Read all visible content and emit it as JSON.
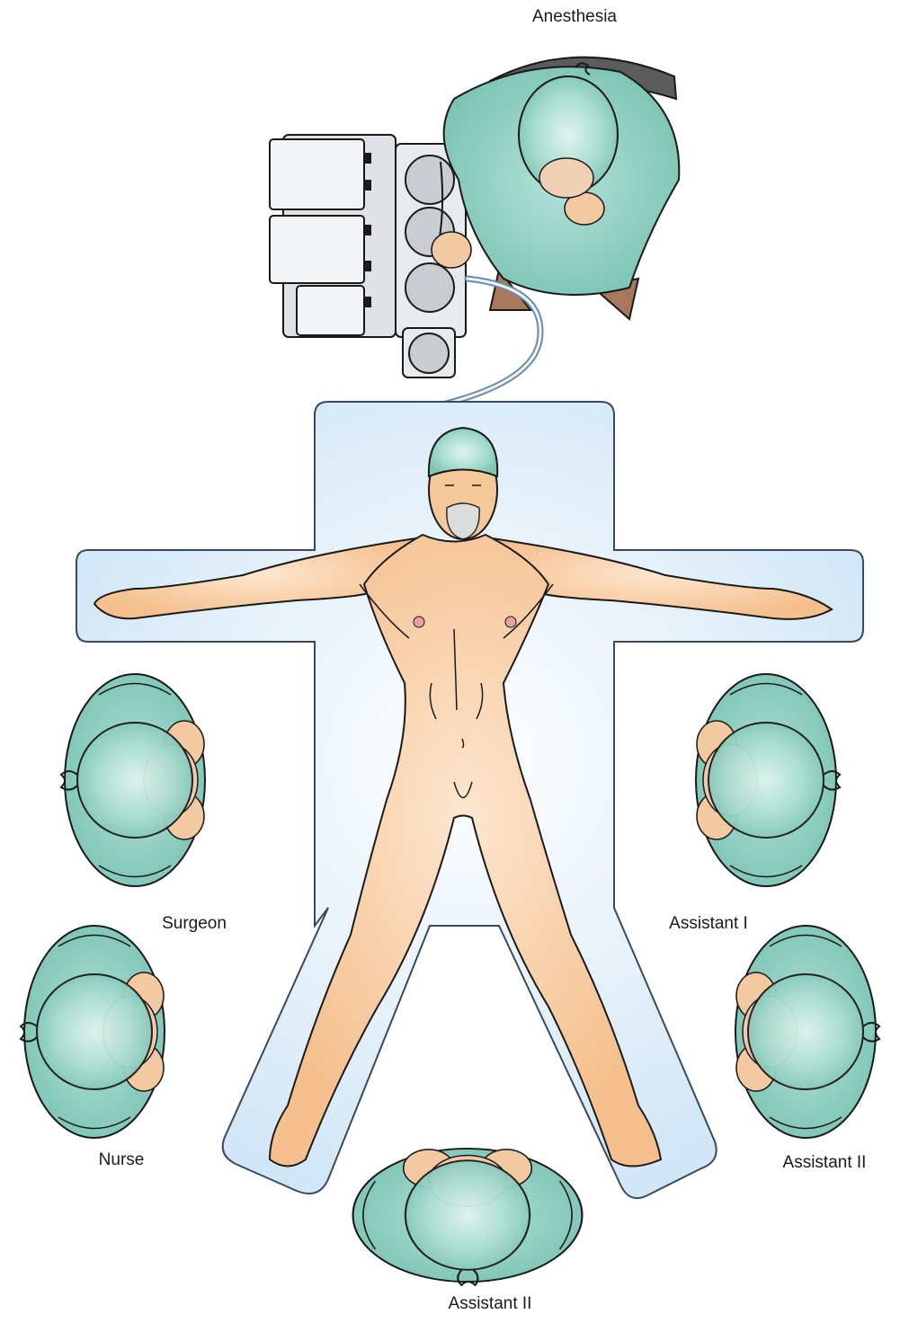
{
  "labels": {
    "anesthesia": "Anesthesia",
    "surgeon": "Surgeon",
    "assistant_1": "Assistant I",
    "nurse": "Nurse",
    "assistant_2_right": "Assistant II",
    "assistant_2_bottom": "Assistant II"
  },
  "colors": {
    "gown": "#8fd0c0",
    "gown_dark": "#5fb0a0",
    "cap": "#a6ddd0",
    "skin": "#f6c89a",
    "skin_light": "#fbe3c8",
    "table": "#d5e9f7",
    "table_edge": "#3a4a5a",
    "machine": "#e6e9ee",
    "chair": "#5c5c5c",
    "shoe": "#a7785b"
  }
}
